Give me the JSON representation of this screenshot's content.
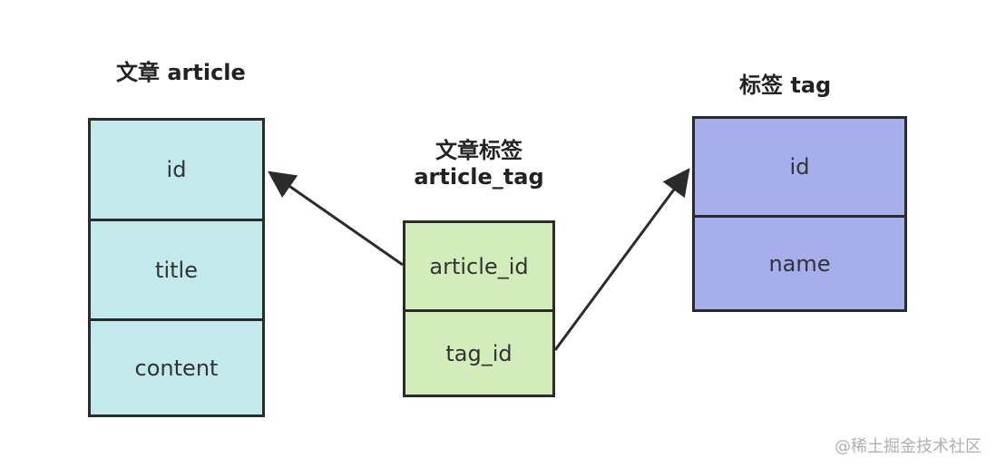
{
  "article": {
    "title": "文章 article",
    "fields": [
      "id",
      "title",
      "content"
    ],
    "fill": "#c3e9ec"
  },
  "article_tag": {
    "title_line1": "文章标签",
    "title_line2": "article_tag",
    "fields": [
      "article_id",
      "tag_id"
    ],
    "fill": "#d3ecbb"
  },
  "tag": {
    "title": "标签 tag",
    "fields": [
      "id",
      "name"
    ],
    "fill": "#a6aeec"
  },
  "watermark": "@稀土掘金技术社区",
  "colors": {
    "border": "#2b2b2b",
    "arrow": "#2b2b2b"
  }
}
